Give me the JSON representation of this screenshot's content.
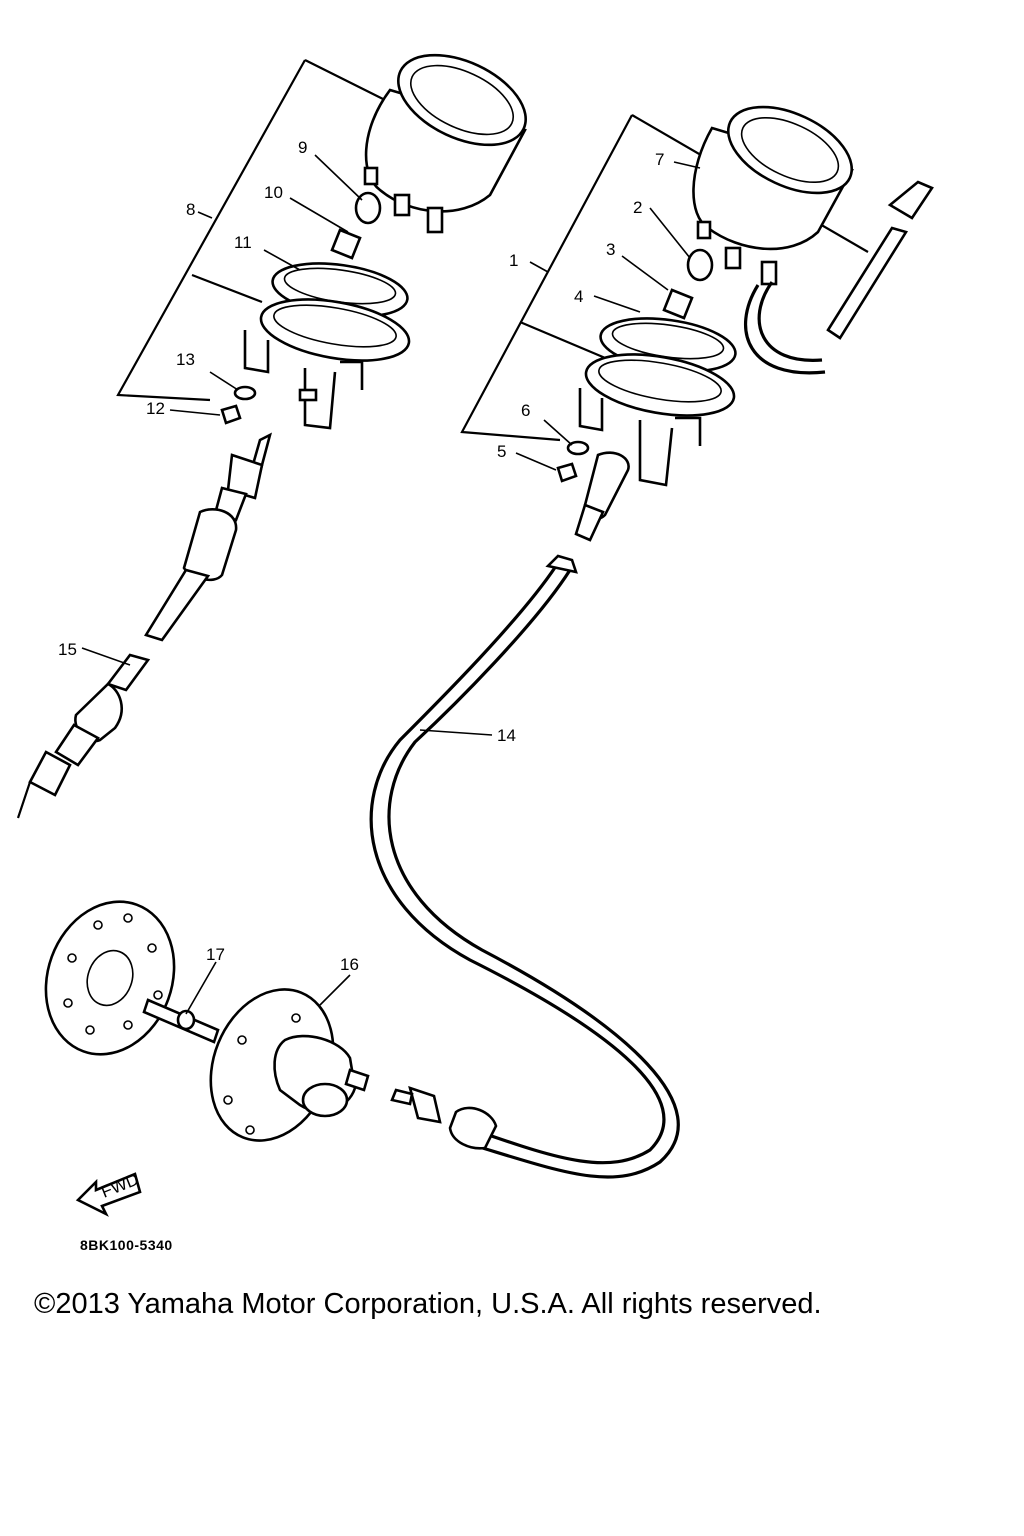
{
  "diagram": {
    "callouts": [
      "1",
      "2",
      "3",
      "4",
      "5",
      "6",
      "7",
      "8",
      "9",
      "10",
      "11",
      "12",
      "13",
      "14",
      "15",
      "16",
      "17"
    ],
    "direction_badge": "FWD",
    "drawing_code": "8BK100-5340"
  },
  "footer": {
    "copyright": "©2013 Yamaha Motor Corporation, U.S.A. All rights reserved."
  }
}
